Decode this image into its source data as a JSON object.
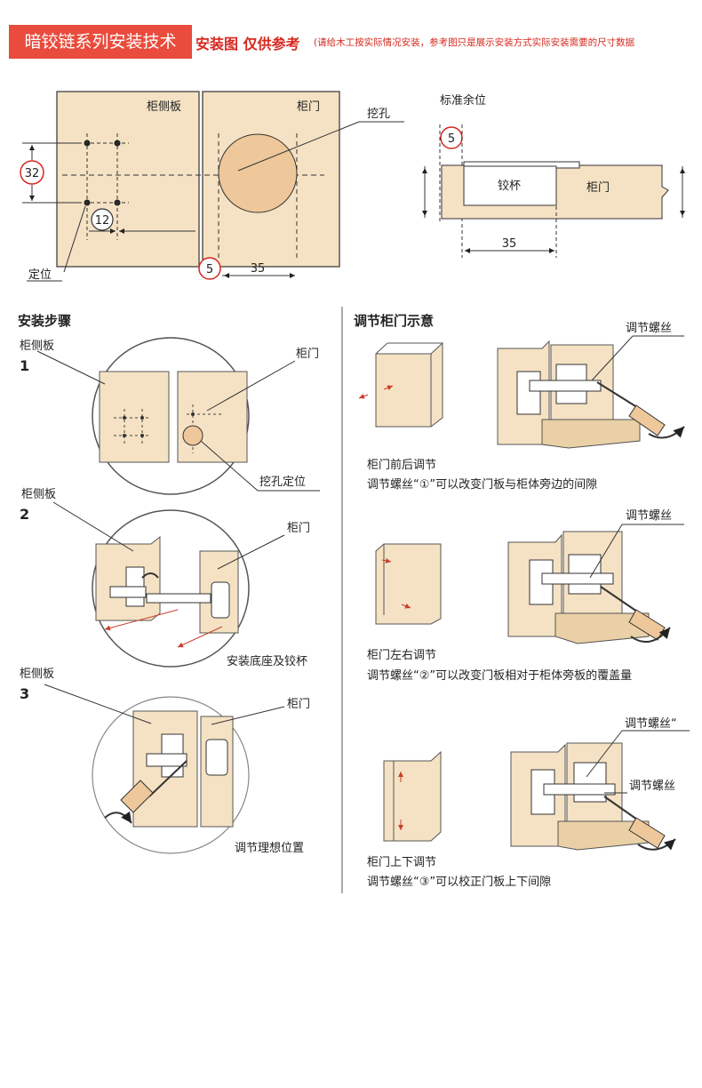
{
  "header": {
    "title": "暗铰链系列安装技术",
    "subtitle": "安装图 仅供参考",
    "note": "(请给木工按实际情况安装，参考图只是展示安装方式实际安装需要的尺寸数据"
  },
  "top_diagram": {
    "side_panel_label": "柜侧板",
    "door_label": "柜门",
    "hole_label": "挖孔",
    "position_label": "定位",
    "dim_32": "32",
    "dim_12": "12",
    "dim_5": "5",
    "dim_35": "35",
    "allowance_label": "标准余位",
    "cup_label": "铰杯",
    "door_label_2": "柜门",
    "dim_5b": "5",
    "dim_35b": "35"
  },
  "steps": {
    "title": "安装步骤",
    "step1": {
      "num": "1",
      "side_label": "柜侧板",
      "door_label": "柜门",
      "caption": "挖孔定位"
    },
    "step2": {
      "num": "2",
      "side_label": "柜侧板",
      "door_label": "柜门",
      "caption": "安装底座及铰杯"
    },
    "step3": {
      "num": "3",
      "side_label": "柜侧板",
      "door_label": "柜门",
      "caption": "调节理想位置"
    }
  },
  "adjust": {
    "title": "调节柜门示意",
    "screw_label": "调节螺丝",
    "item1": {
      "title": "柜门前后调节",
      "desc": "调节螺丝“①”可以改变门板与柜体旁边的间隙",
      "screw_label": "调节螺丝"
    },
    "item2": {
      "title": "柜门左右调节",
      "desc": "调节螺丝“②”可以改变门板相对于柜体旁板的覆盖量",
      "screw_label": "调节螺丝"
    },
    "item3": {
      "title": "柜门上下调节",
      "desc": "调节螺丝“③”可以校正门板上下间隙",
      "screw_label_a": "调节螺丝“",
      "screw_label_b": "调节螺丝"
    }
  },
  "colors": {
    "accent": "#e94b3c",
    "wood": "#f5e2c4",
    "wood_dark": "#ead0a6",
    "cup": "#eec89a",
    "red_circle": "#d6281f"
  }
}
